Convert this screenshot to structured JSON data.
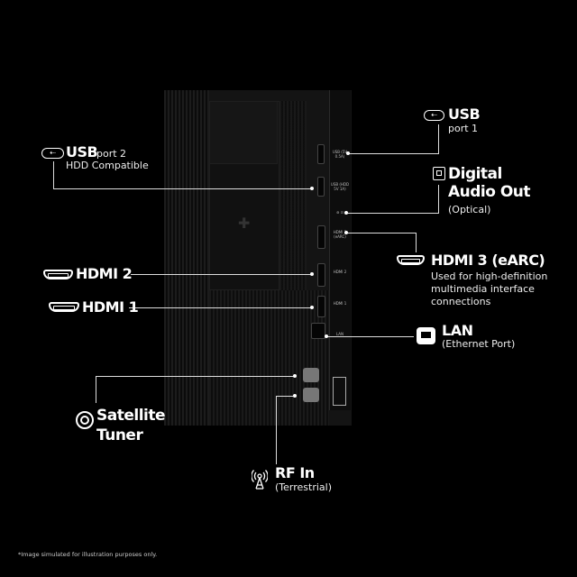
{
  "labels": {
    "usb1": {
      "title": "USB",
      "sub": "port 1",
      "icon": "usb-icon"
    },
    "optical": {
      "title_line1": "Digital",
      "title_line2": "Audio Out",
      "sub": "(Optical)",
      "icon": "optical-icon"
    },
    "hdmi3": {
      "title": "HDMI 3 (eARC)",
      "desc": [
        "Used for high-definition",
        "multimedia interface",
        "connections"
      ],
      "icon": "hdmi-icon"
    },
    "lan": {
      "title": "LAN",
      "sub": "(Ethernet Port)",
      "icon": "ethernet-icon"
    },
    "usb2": {
      "title": "USB",
      "port": "port 2",
      "sub": "HDD Compatible",
      "icon": "usb-icon"
    },
    "hdmi2": {
      "title": "HDMI 2",
      "icon": "hdmi-icon"
    },
    "hdmi1": {
      "title": "HDMI 1",
      "icon": "hdmi-icon"
    },
    "satellite": {
      "line1": "Satellite",
      "line2": "Tuner",
      "icon": "satellite-icon"
    },
    "rf": {
      "title": "RF In",
      "sub": "(Terrestrial)",
      "icon": "antenna-icon"
    }
  },
  "panel_labels": {
    "usb1": "USB (5V 0.5A)",
    "usb2": "USB (HDD 5V 1A)",
    "optical": "⊚ ⊡",
    "hdmi3": "HDMI 3 (eARC)",
    "hdmi2": "HDMI 2",
    "hdmi1": "HDMI 1",
    "lan": "LAN"
  },
  "footnote": "*Image simulated for illustration purposes only."
}
